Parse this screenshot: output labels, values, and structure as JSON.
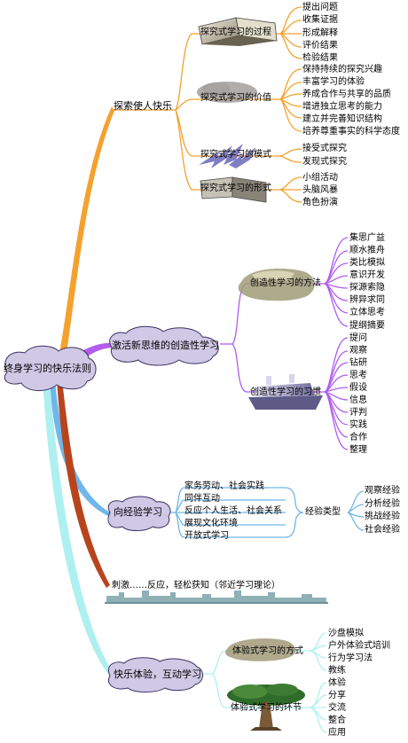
{
  "root": "终身学习的快乐法则",
  "branches": {
    "explore": {
      "label": "探索使人快乐",
      "process": {
        "label": "探究式学习的过程",
        "items": [
          "提出问题",
          "收集证据",
          "形成解释",
          "评价结果",
          "检验结果"
        ]
      },
      "value": {
        "label": "探究式学习的价值",
        "items": [
          "保持持续的探究兴趣",
          "丰富学习的体验",
          "养成合作与共享的品质",
          "增进独立思考的能力",
          "建立并完善知识结构",
          "培养尊重事实的科学态度"
        ]
      },
      "mode": {
        "label": "探究式学习的模式",
        "items": [
          "接受式探究",
          "发现式探究"
        ]
      },
      "form": {
        "label": "探究式学习的形式",
        "items": [
          "小组活动",
          "头脑风暴",
          "角色扮演"
        ]
      }
    },
    "creative": {
      "label": "激活新思维的创造性学习",
      "method": {
        "label": "创造性学习的方法",
        "items": [
          "集思广益",
          "顺水推舟",
          "类比模拟",
          "意识开发",
          "探源索隐",
          "辨异求同",
          "立体思考",
          "提纲摘要"
        ]
      },
      "habit": {
        "label": "创造性学习的习惯",
        "items": [
          "提问",
          "观察",
          "钻研",
          "思考",
          "假设",
          "信息",
          "评判",
          "实践",
          "合作",
          "整理"
        ]
      }
    },
    "experience": {
      "label": "向经验学习",
      "items": [
        "家务劳动、社会实践",
        "同伴互动",
        "反应个人生活、社会关系",
        "展现文化环境",
        "开放式学习"
      ],
      "types": {
        "label": "经验类型",
        "items": [
          "观察经验",
          "分析经验",
          "挑战经验",
          "社会经验"
        ]
      }
    },
    "stimulus": {
      "label": "刺激……反应，轻松获知（邻近学习理论）"
    },
    "happy": {
      "label": "快乐体验，互动学习",
      "method": {
        "label": "体验式学习的方式",
        "items": [
          "沙盘模拟",
          "户外体验式培训",
          "行为学习法",
          "教练"
        ]
      },
      "cycle": {
        "label": "体验式学习的环节",
        "items": [
          "体验",
          "分享",
          "交流",
          "整合",
          "应用"
        ]
      }
    }
  },
  "colors": {
    "orange": "#f4a12e",
    "purple": "#b25cf0",
    "blue": "#6fb7ea",
    "brown": "#b8441e",
    "cyan": "#aef0f0",
    "cloud": "#cfc9e6"
  }
}
